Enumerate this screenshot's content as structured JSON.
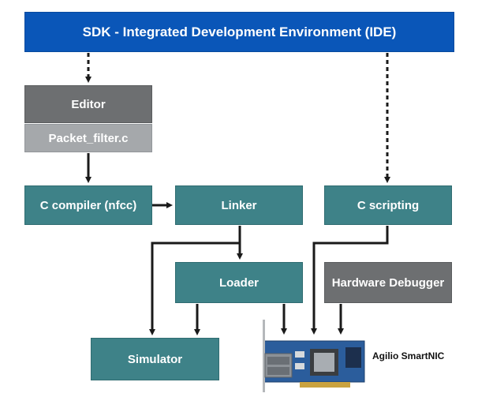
{
  "ide": {
    "label": "SDK - Integrated Development Environment (IDE)"
  },
  "editor": {
    "label": "Editor",
    "file": "Packet_filter.c"
  },
  "compiler": {
    "label": "C compiler (nfcc)"
  },
  "linker": {
    "label": "Linker"
  },
  "scripting": {
    "label": "C scripting"
  },
  "loader": {
    "label": "Loader"
  },
  "debugger": {
    "label": "Hardware Debugger"
  },
  "simulator": {
    "label": "Simulator"
  },
  "nic": {
    "label": "Agilio SmartNIC"
  },
  "colors": {
    "ide": "#0a56b8",
    "teal": "#3e8288",
    "gray": "#6d6f71",
    "light_gray": "#a5a8ab"
  }
}
